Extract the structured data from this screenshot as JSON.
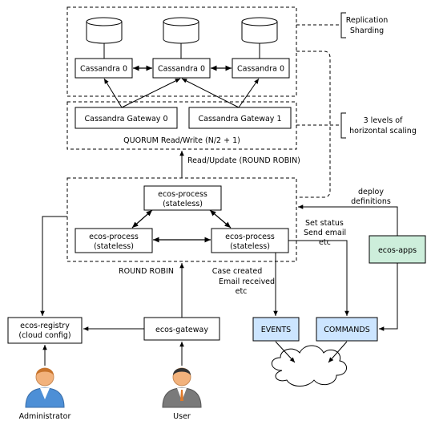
{
  "nodes": {
    "cassandra_1": "Cassandra 0",
    "cassandra_2": "Cassandra 0",
    "cassandra_3": "Cassandra 0",
    "gateway_0": "Cassandra Gateway 0",
    "gateway_1": "Cassandra Gateway 1",
    "quorum": "QUORUM Read/Write (N/2 + 1)",
    "process_top": [
      "ecos-process",
      "(stateless)"
    ],
    "process_left": [
      "ecos-process",
      "(stateless)"
    ],
    "process_right": [
      "ecos-process",
      "(stateless)"
    ],
    "registry": [
      "ecos-registry",
      "(cloud config)"
    ],
    "gateway": "ecos-gateway",
    "events": "EVENTS",
    "commands": "COMMANDS",
    "apps": "ecos-apps"
  },
  "notes": {
    "replication": [
      "Replication",
      "Sharding"
    ],
    "scaling": [
      "3 levels of",
      "horizontal scaling"
    ]
  },
  "edge_labels": {
    "read_update": "Read/Update (ROUND ROBIN)",
    "deploy": [
      "deploy",
      "definitions"
    ],
    "set_status": [
      "Set status",
      "Send email",
      "etc"
    ],
    "round_robin": "ROUND ROBIN",
    "case_created": [
      "Case created",
      "Email received",
      "etc"
    ]
  },
  "actors": {
    "administrator": "Administrator",
    "user": "User"
  },
  "colors": {
    "events_fill": "#cce5ff",
    "commands_fill": "#cce5ff",
    "apps_fill": "#cdeedb",
    "stroke": "#000000"
  }
}
